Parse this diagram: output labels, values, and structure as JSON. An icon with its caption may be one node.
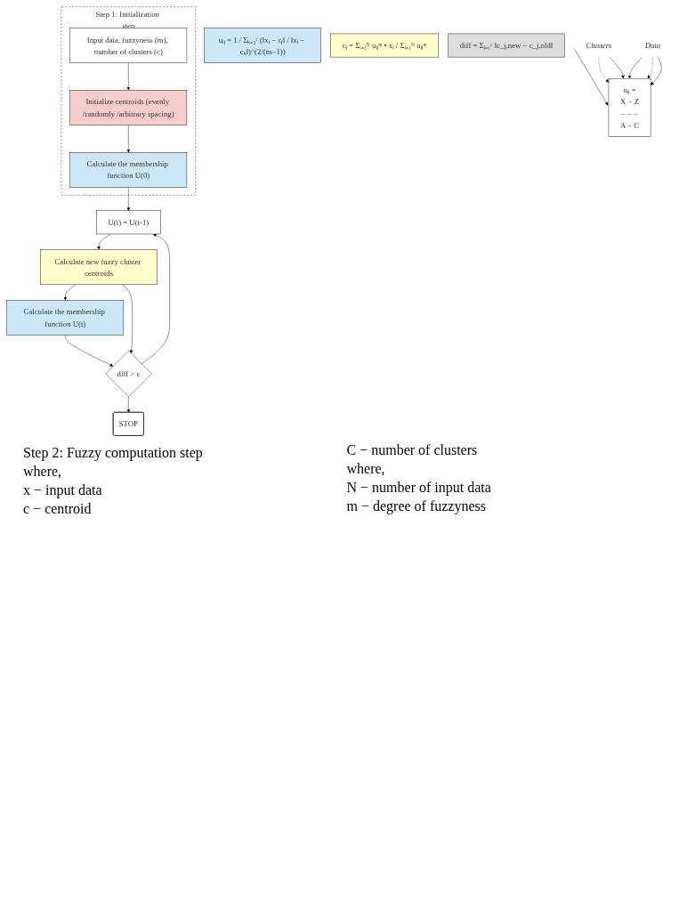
{
  "diagram": {
    "nodes": [
      {
        "text": [
          "Step 1: Initialization step"
        ]
      },
      {
        "text": [
          "Input data, fuzzyness (m), number of clusters (c)"
        ],
        "in": 0
      },
      {
        "text": [
          "Initialize centroids (evenly /randomly /arbitrary spacing)"
        ],
        "in": 0
      },
      {
        "text": [
          "Calculate the membership function U(0)"
        ],
        "in": 0
      },
      {
        "text": [
          "U(t) = U(t-1)"
        ]
      },
      {
        "text": [
          "Calculate new fuzzy cluster centroids"
        ]
      },
      {
        "text": [
          "Calculate the membership function U(t)"
        ]
      },
      {
        "text": [
          "diff > ε"
        ]
      },
      {
        "text": [
          "STOP"
        ]
      },
      {
        "text": [
          "uᵢⱼ = 1 / Σₖ₌₁ᶜ (‖xᵢ − cⱼ‖ / ‖xᵢ − cₖ‖)^(2/(m−1))"
        ]
      },
      {
        "text": [
          "Clusters"
        ]
      },
      {
        "text": [
          "uᵢⱼ =",
          "X − Z",
          "− − −",
          "A − C"
        ]
      },
      {
        "text": [
          "Data"
        ]
      },
      {
        "text": [
          "cⱼ = Σᵢ₌₁ᴺ uᵢⱼᵐ • xᵢ / Σᵢ₌₁ᴺ uᵢⱼᵐ"
        ]
      },
      {
        "text": [
          "diff = Σⱼ₌₁ᶜ ‖c_j,new − c_j,old‖"
        ]
      }
    ],
    "edges": [
      {
        "from": 1,
        "to": 2,
        "arrow": "to"
      },
      {
        "from": 2,
        "to": 3,
        "arrow": "to"
      },
      {
        "from": 3,
        "to": 4,
        "arrow": "to"
      },
      {
        "from": 4,
        "to": 5,
        "arrow": "to"
      },
      {
        "from": 5,
        "to": 6,
        "arrow": "to"
      },
      {
        "from": 6,
        "to": 7,
        "arrow": "to"
      },
      {
        "from": 5,
        "to": 7,
        "arrow": "to"
      },
      {
        "from": 7,
        "to": 4,
        "arrow": "to"
      },
      {
        "from": 7,
        "to": 8,
        "arrow": "to"
      },
      {
        "from": 10,
        "to": 11,
        "arrow": "to"
      },
      {
        "from": 10,
        "to": 11,
        "arrow": "to",
        "style": "dashed"
      },
      {
        "from": 10,
        "to": 11,
        "arrow": "to"
      },
      {
        "from": 12,
        "to": 11,
        "arrow": "to"
      },
      {
        "from": 12,
        "to": 11,
        "arrow": "to",
        "style": "dashed"
      },
      {
        "from": 12,
        "to": 11,
        "arrow": "to"
      }
    ],
    "labels": [
      "Step 2: Fuzzy computation step",
      "where,",
      "x − input data",
      "c − centroid",
      "C − number of clusters",
      "where,",
      "N − number of input data",
      "m − degree of fuzzyness"
    ]
  }
}
